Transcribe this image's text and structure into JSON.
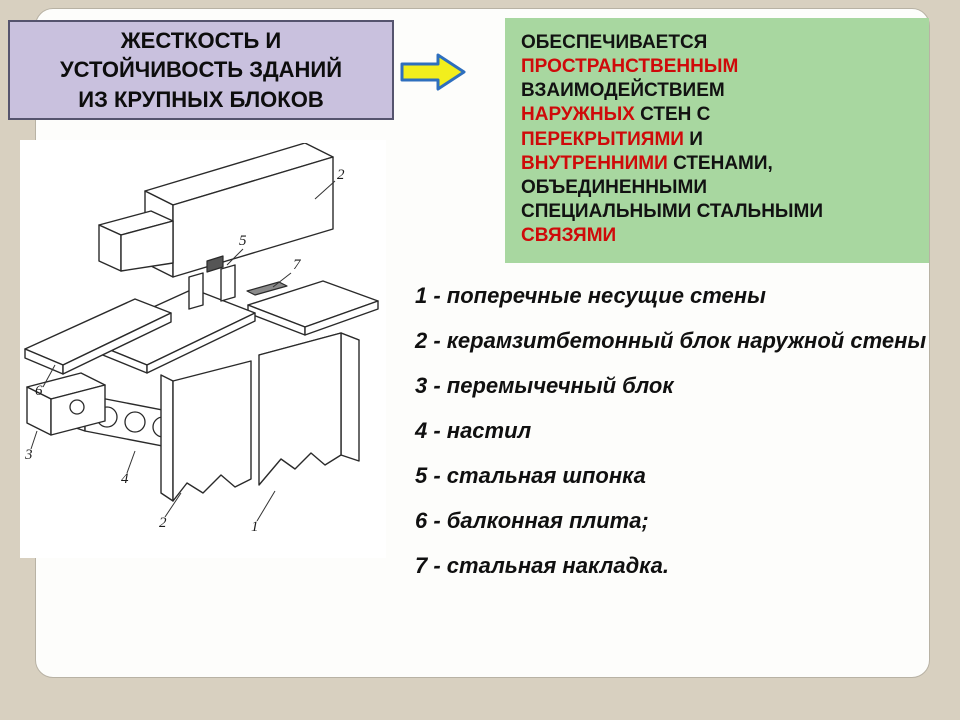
{
  "colors": {
    "slide_background": "#d8d0c0",
    "panel_background": "#fdfdfb",
    "title_background": "#c9c1de",
    "definition_background": "#a8d7a0",
    "accent_red": "#cf0a0a",
    "arrow_fill": "#f2ee1d",
    "arrow_border": "#2e6fbe"
  },
  "title": {
    "lines": [
      "ЖЕСТКОСТЬ И",
      "УСТОЙЧИВОСТЬ ЗДАНИЙ",
      "ИЗ КРУПНЫХ БЛОКОВ"
    ]
  },
  "definition": {
    "segments": [
      {
        "text": "ОБЕСПЕЧИВАЕТСЯ",
        "color": "black",
        "br": true
      },
      {
        "text": "ПРОСТРАНСТВЕННЫМ",
        "color": "red",
        "br": true
      },
      {
        "text": "ВЗАИМОДЕЙСТВИЕМ",
        "color": "black",
        "br": true
      },
      {
        "text": "НАРУЖНЫХ",
        "color": "red",
        "br": false
      },
      {
        "text": "СТЕН С",
        "color": "black",
        "br": true
      },
      {
        "text": "ПЕРЕКРЫТИЯМИ",
        "color": "red",
        "br": false
      },
      {
        "text": "И",
        "color": "black",
        "br": true
      },
      {
        "text": "ВНУТРЕННИМИ",
        "color": "red",
        "br": false
      },
      {
        "text": "СТЕНАМИ,",
        "color": "black",
        "br": true
      },
      {
        "text": "ОБЪЕДИНЕННЫМИ",
        "color": "black",
        "br": true
      },
      {
        "text": "СПЕЦИАЛЬНЫМИ СТАЛЬНЫМИ",
        "color": "black",
        "br": true
      },
      {
        "text": "СВЯЗЯМИ",
        "color": "red",
        "br": false
      }
    ]
  },
  "legend": {
    "items": [
      "1 - поперечные несущие стены",
      "2 - керамзитбетонный блок наружной стены",
      "3 -  перемычечный блок",
      "4 - настил",
      "5 - стальная шпонка",
      "6 - балконная плита;",
      "7 - стальная накладка."
    ]
  },
  "drawing": {
    "labels": {
      "n1": "1",
      "n2_top": "2",
      "n2_bottom": "2",
      "n3": "3",
      "n4": "4",
      "n5": "5",
      "n6": "6",
      "n7": "7"
    }
  }
}
